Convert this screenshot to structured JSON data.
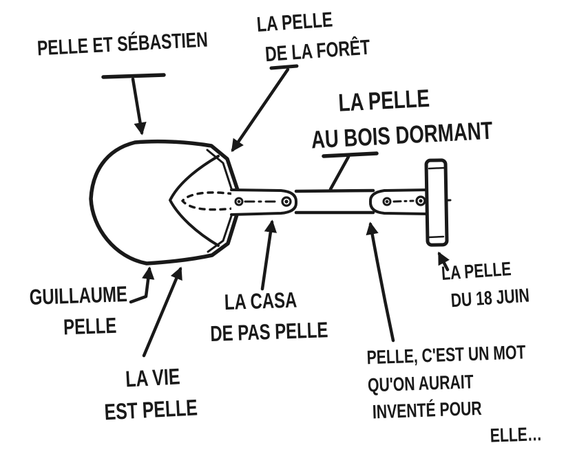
{
  "figure": {
    "background_color": "#ffffff",
    "ink_color": "#191919",
    "subject": "hand-drawn shovel diagram with pun labels"
  },
  "labels": {
    "sebastien": {
      "lines": [
        "PELLE ET SÉBASTIEN"
      ]
    },
    "foret": {
      "lines": [
        "LA PELLE",
        "DE LA FORÊT"
      ]
    },
    "dormant": {
      "lines": [
        "LA PELLE",
        "AU BOIS DORMANT"
      ]
    },
    "guillaume": {
      "lines": [
        "GUILLAUME",
        "PELLE"
      ]
    },
    "vie": {
      "lines": [
        "LA VIE",
        "EST PELLE"
      ]
    },
    "casa": {
      "lines": [
        "LA CASA",
        "DE PAS PELLE"
      ]
    },
    "juin": {
      "lines": [
        "LA PELLE",
        "DU 18 JUIN"
      ]
    },
    "mot": {
      "lines": [
        "PELLE, C'EST UN MOT",
        "QU'ON AURAIT",
        "INVENTÉ POUR",
        "ELLE…"
      ]
    }
  }
}
